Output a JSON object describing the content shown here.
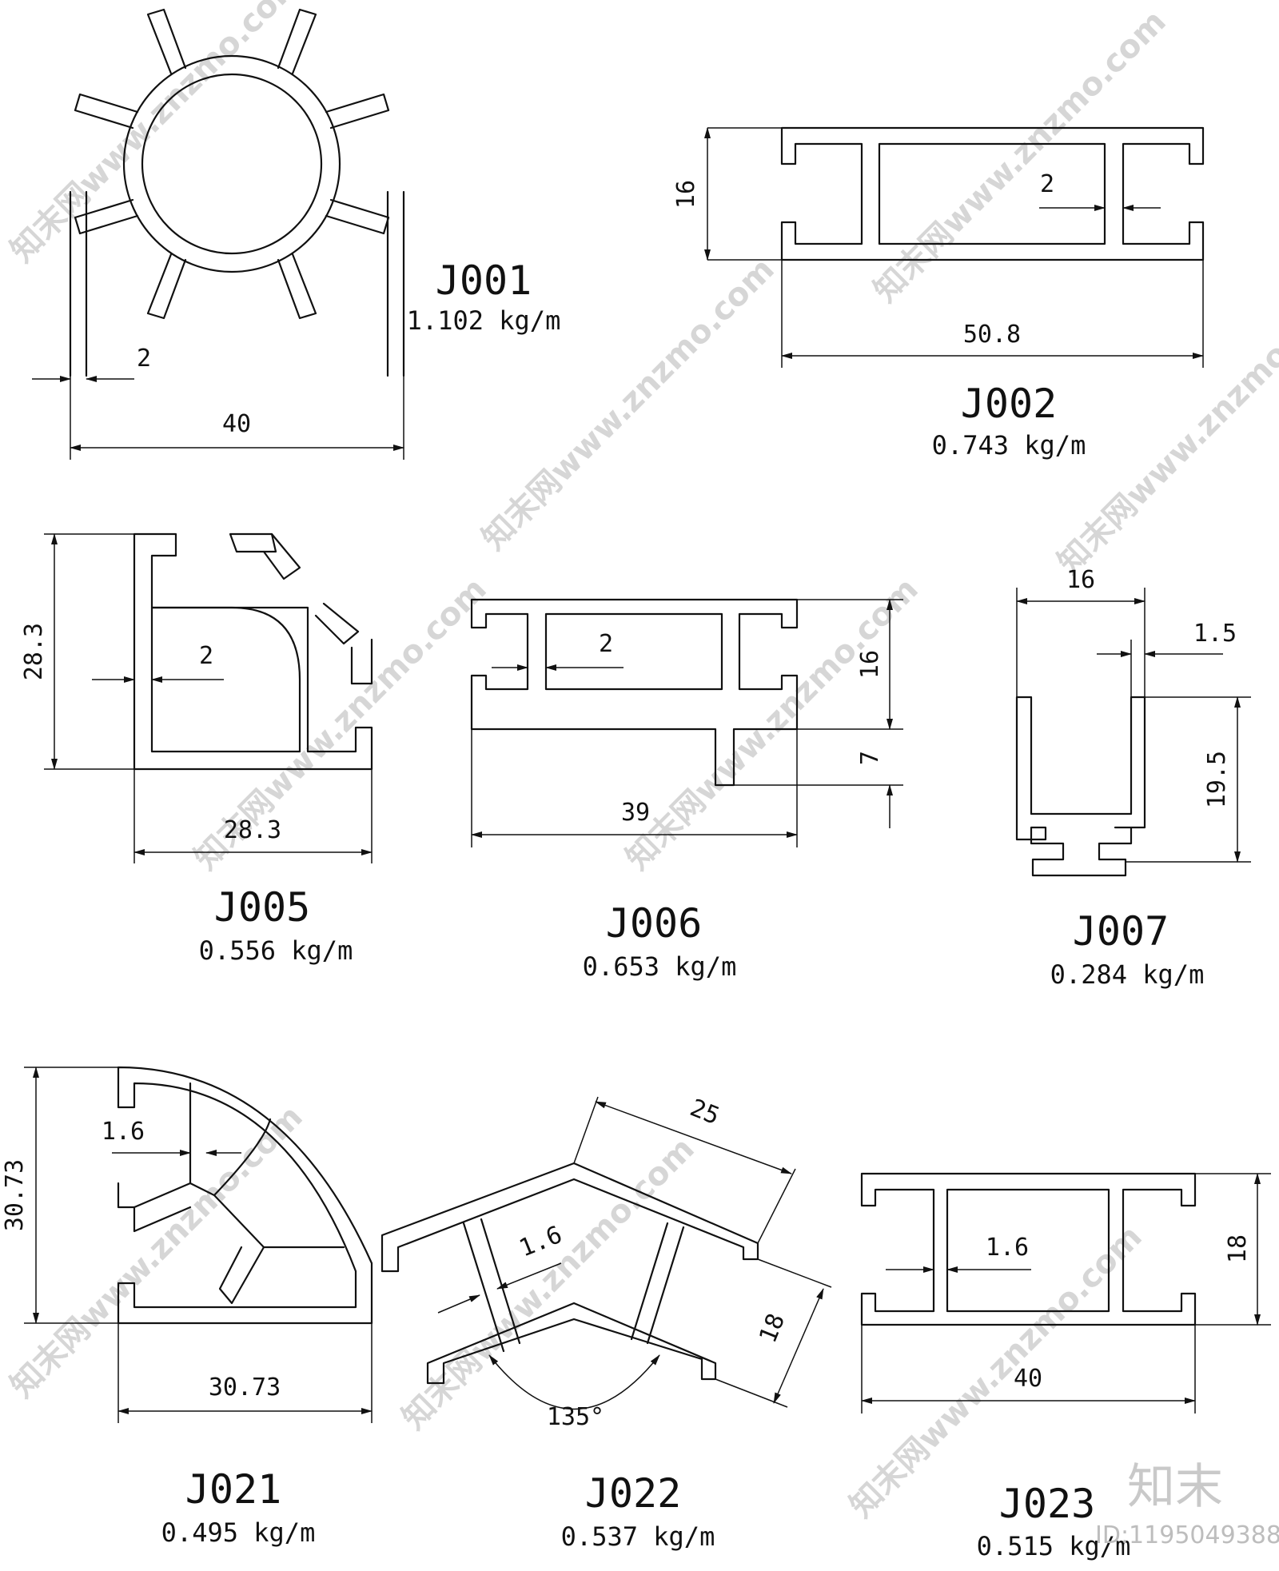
{
  "profiles": [
    {
      "code": "J001",
      "weight": "1.102 kg/m",
      "dims": [
        "40",
        "2"
      ]
    },
    {
      "code": "J002",
      "weight": "0.743 kg/m",
      "dims": [
        "50.8",
        "16",
        "2"
      ]
    },
    {
      "code": "J005",
      "weight": "0.556 kg/m",
      "dims": [
        "28.3",
        "28.3",
        "2"
      ]
    },
    {
      "code": "J006",
      "weight": "0.653 kg/m",
      "dims": [
        "39",
        "16",
        "7",
        "2"
      ]
    },
    {
      "code": "J007",
      "weight": "0.284 kg/m",
      "dims": [
        "16",
        "1.5",
        "19.5"
      ]
    },
    {
      "code": "J021",
      "weight": "0.495 kg/m",
      "dims": [
        "30.73",
        "30.73",
        "1.6"
      ]
    },
    {
      "code": "J022",
      "weight": "0.537 kg/m",
      "dims": [
        "25",
        "18",
        "1.6",
        "135°"
      ]
    },
    {
      "code": "J023",
      "weight": "0.515 kg/m",
      "dims": [
        "40",
        "18",
        "1.6"
      ]
    }
  ],
  "watermark": {
    "text": "知末网www.znzmo.com",
    "brand": "知末",
    "id": "ID:1195049388"
  }
}
